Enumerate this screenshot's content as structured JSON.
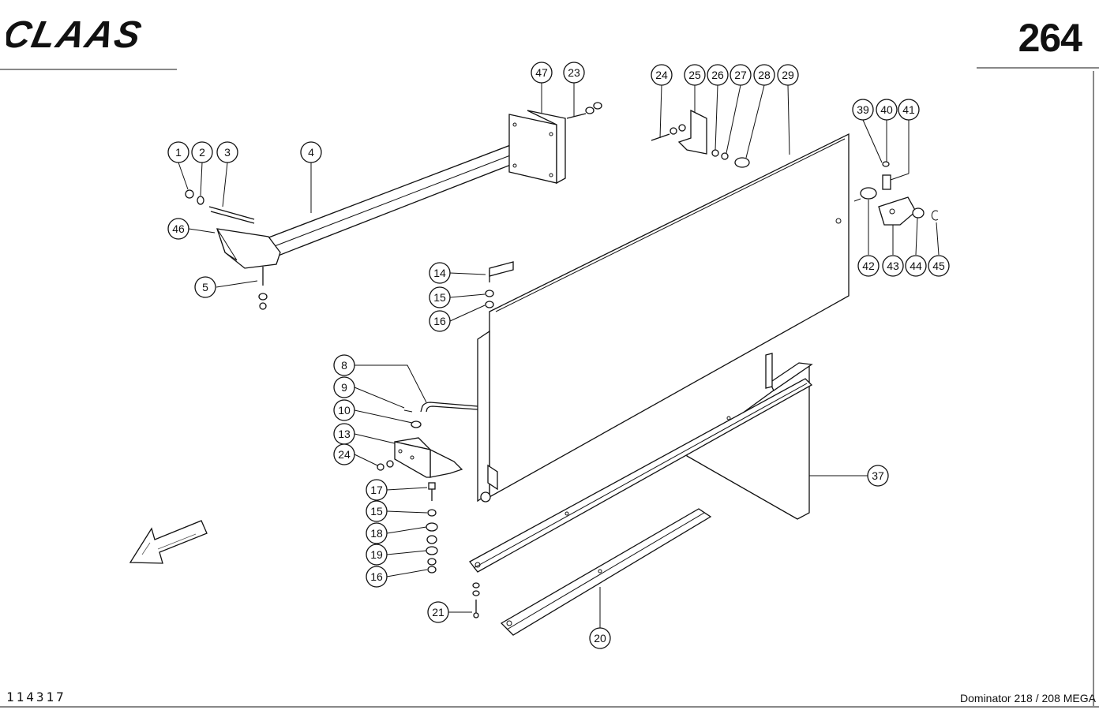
{
  "header": {
    "brand": "CLAAS",
    "page_number": "264"
  },
  "footer": {
    "drawing_number": "114317",
    "model": "Dominator 218 / 208 MEGA"
  },
  "callouts": [
    {
      "label": "1"
    },
    {
      "label": "2"
    },
    {
      "label": "3"
    },
    {
      "label": "4"
    },
    {
      "label": "46"
    },
    {
      "label": "5"
    },
    {
      "label": "47"
    },
    {
      "label": "23"
    },
    {
      "label": "24"
    },
    {
      "label": "25"
    },
    {
      "label": "26"
    },
    {
      "label": "27"
    },
    {
      "label": "28"
    },
    {
      "label": "29"
    },
    {
      "label": "39"
    },
    {
      "label": "40"
    },
    {
      "label": "41"
    },
    {
      "label": "42"
    },
    {
      "label": "43"
    },
    {
      "label": "44"
    },
    {
      "label": "45"
    },
    {
      "label": "14"
    },
    {
      "label": "15"
    },
    {
      "label": "16"
    },
    {
      "label": "8"
    },
    {
      "label": "9"
    },
    {
      "label": "10"
    },
    {
      "label": "13"
    },
    {
      "label": "24"
    },
    {
      "label": "17"
    },
    {
      "label": "15"
    },
    {
      "label": "18"
    },
    {
      "label": "19"
    },
    {
      "label": "16"
    },
    {
      "label": "21"
    },
    {
      "label": "20"
    },
    {
      "label": "37"
    }
  ],
  "icons": {
    "direction": "direction-arrow-icon"
  }
}
